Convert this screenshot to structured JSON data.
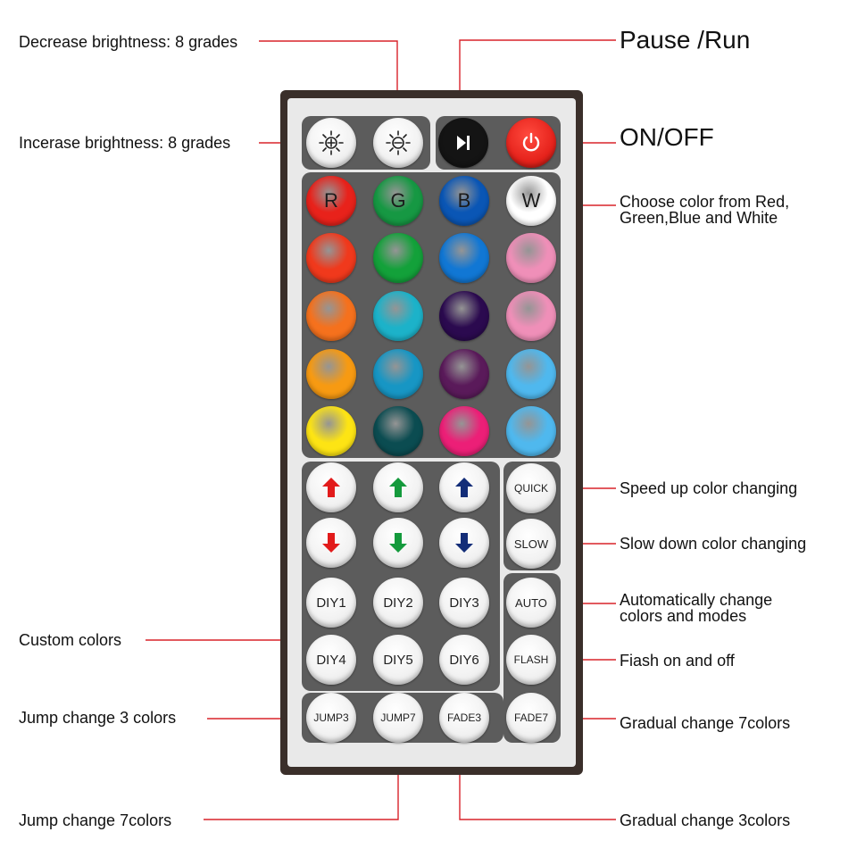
{
  "annotations": {
    "decrease_brightness": "Decrease brightness: 8 grades",
    "increase_brightness": "Incerase brightness: 8 grades",
    "pause_run": "Pause /Run",
    "on_off": "ON/OFF",
    "choose_color_line1": "Choose color from Red,",
    "choose_color_line2": "Green,Blue and White",
    "speed_up": "Speed up color changing",
    "slow_down": "Slow down color changing",
    "auto_line1": "Automatically change",
    "auto_line2": "colors and modes",
    "custom_colors": "Custom colors",
    "flash_desc": "Fiash on and off",
    "jump3_desc": "Jump change 3 colors",
    "fade7_desc": "Gradual change 7colors",
    "jump7_desc": "Jump change 7colors",
    "fade3_desc": "Gradual change 3colors"
  },
  "remote": {
    "rgbw_labels": {
      "r": "R",
      "g": "G",
      "b": "B",
      "w": "W"
    },
    "color_grid": [
      [
        "#e8221b",
        "#169843",
        "#0a56b5",
        "#ffffff"
      ],
      [
        "#f0391c",
        "#13a13a",
        "#1177d4",
        "#ef8fb8"
      ],
      [
        "#f5711d",
        "#1cb2c9",
        "#2b0a4f",
        "#ef8fb8"
      ],
      [
        "#f79a12",
        "#1796c4",
        "#5a1a5a",
        "#4fb8ee"
      ],
      [
        "#fde414",
        "#0b4c51",
        "#ec1f77",
        "#4fb8ee"
      ]
    ],
    "arrow_colors": {
      "red": "#e21b1b",
      "green": "#149a3c",
      "blue": "#132d78"
    },
    "power_color": "#e6231c",
    "play_color": "#141414",
    "speed": {
      "quick": "QUICK",
      "slow": "SLOW"
    },
    "modes": {
      "auto": "AUTO",
      "flash": "FLASH"
    },
    "diy": [
      "DIY1",
      "DIY2",
      "DIY3",
      "DIY4",
      "DIY5",
      "DIY6"
    ],
    "effects": [
      "JUMP3",
      "JUMP7",
      "FADE3",
      "FADE7"
    ]
  }
}
